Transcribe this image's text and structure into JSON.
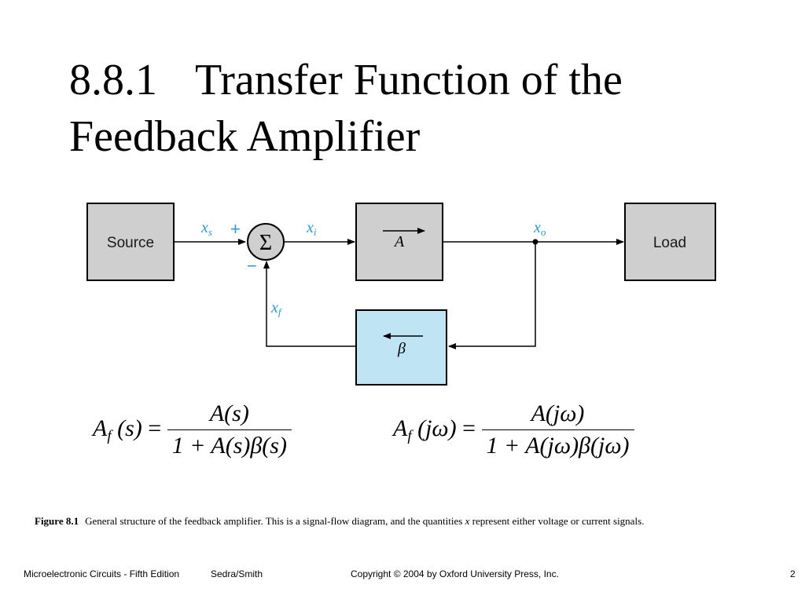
{
  "slide": {
    "number_label": "8.8.1",
    "title_rest_line1": "Transfer Function of the",
    "title_line2": "Feedback Amplifier"
  },
  "diagram": {
    "source_label": "Source",
    "load_label": "Load",
    "amp_label": "A",
    "feedback_label": "β",
    "sum_symbol": "Σ",
    "plus_sign": "+",
    "minus_sign": "−",
    "signals": {
      "xs": "x",
      "xs_sub": "s",
      "xi": "x",
      "xi_sub": "i",
      "xo": "x",
      "xo_sub": "o",
      "xf": "x",
      "xf_sub": "f"
    },
    "colors": {
      "block_fill": "#cfcfcf",
      "feedback_fill": "#bfe4f3",
      "signal_label": "#2a9ad6",
      "line": "#000000"
    }
  },
  "equations": {
    "eq1": {
      "lhs_A": "A",
      "lhs_sub": "f",
      "lhs_arg": "(s)",
      "eq": "=",
      "numerator": "A(s)",
      "denominator": "1 + A(s)β(s)"
    },
    "eq2": {
      "lhs_A": "A",
      "lhs_sub": "f",
      "lhs_arg": "(jω)",
      "eq": "=",
      "numerator": "A(jω)",
      "denominator": "1 + A(jω)β(jω)"
    }
  },
  "caption": {
    "figure_label": "Figure 8.1",
    "text_before": "General structure of the feedback amplifier. This is a signal-flow diagram, and the quantities ",
    "var": "x",
    "text_after": " represent either voltage or current signals."
  },
  "footer": {
    "book": "Microelectronic Circuits - Fifth Edition",
    "authors": "Sedra/Smith",
    "copyright": "Copyright © 2004 by Oxford University Press, Inc.",
    "page": "2"
  }
}
